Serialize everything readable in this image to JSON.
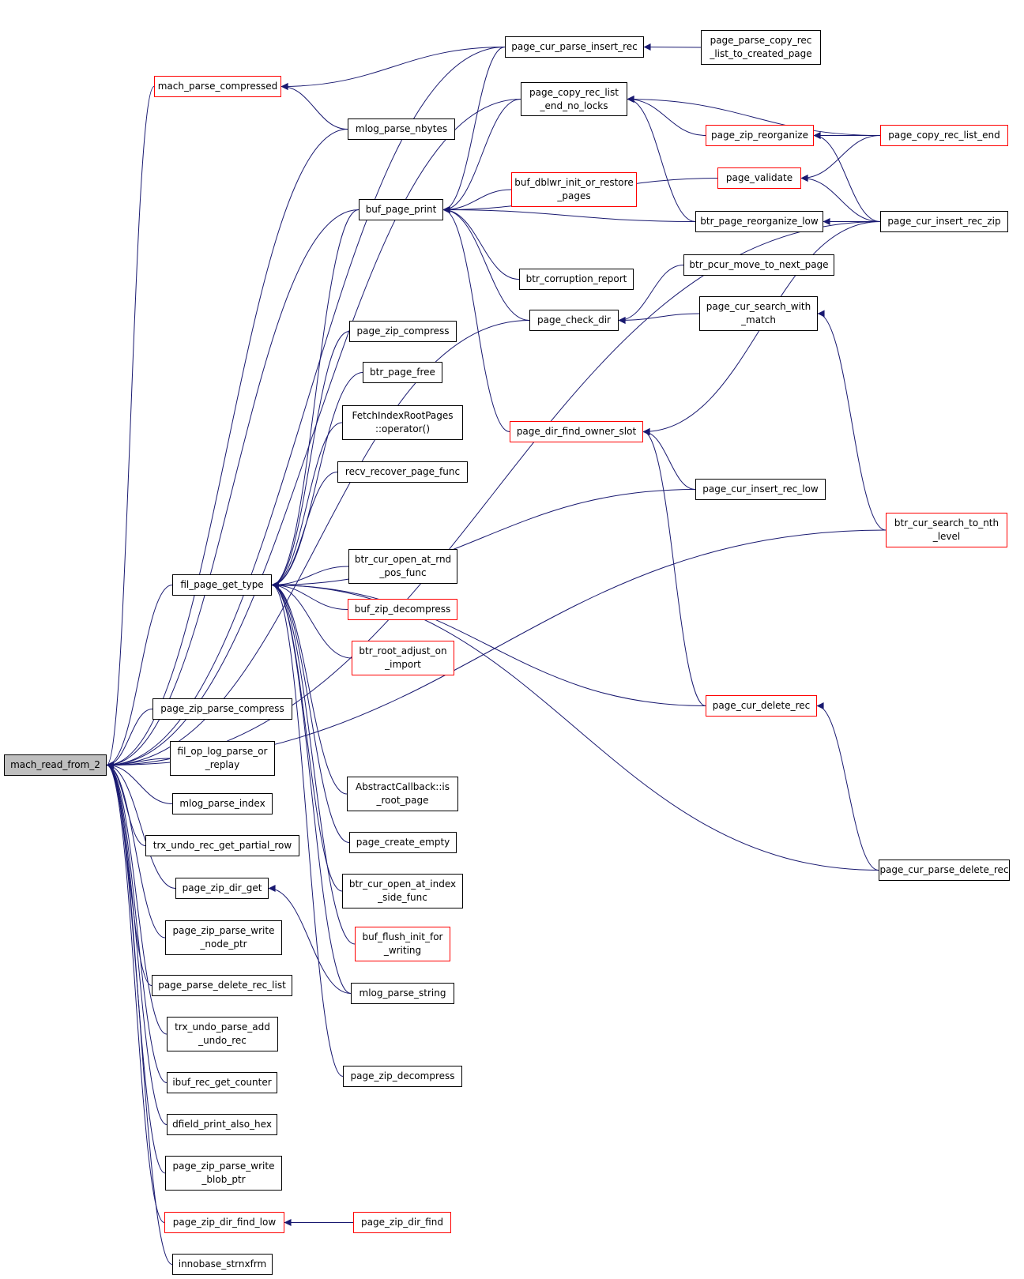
{
  "colors": {
    "edge": "#191970",
    "node_border": "#000000",
    "highlight_border": "#ff0000",
    "root_fill": "#bfbfbf"
  },
  "nodes": [
    {
      "id": "mach_read_from_2",
      "label": "mach_read_from_2",
      "root": true
    },
    {
      "id": "mach_parse_compressed",
      "label": "mach_parse_compressed",
      "red": true
    },
    {
      "id": "page_cur_parse_insert_rec",
      "label": "page_cur_parse_insert_rec"
    },
    {
      "id": "page_parse_copy_rec",
      "label": "page_parse_copy_rec\n_list_to_created_page"
    },
    {
      "id": "page_copy_rec_list_end_no_locks",
      "label": "page_copy_rec_list\n_end_no_locks"
    },
    {
      "id": "mlog_parse_nbytes",
      "label": "mlog_parse_nbytes"
    },
    {
      "id": "page_zip_reorganize",
      "label": "page_zip_reorganize",
      "red": true
    },
    {
      "id": "page_copy_rec_list_end",
      "label": "page_copy_rec_list_end",
      "red": true
    },
    {
      "id": "buf_dblwr_init",
      "label": "buf_dblwr_init_or_restore\n_pages",
      "red": true
    },
    {
      "id": "page_validate",
      "label": "page_validate",
      "red": true
    },
    {
      "id": "buf_page_print",
      "label": "buf_page_print"
    },
    {
      "id": "btr_page_reorganize_low",
      "label": "btr_page_reorganize_low"
    },
    {
      "id": "page_cur_insert_rec_zip",
      "label": "page_cur_insert_rec_zip"
    },
    {
      "id": "btr_pcur_move_to_next_page",
      "label": "btr_pcur_move_to_next_page"
    },
    {
      "id": "btr_corruption_report",
      "label": "btr_corruption_report"
    },
    {
      "id": "page_cur_search_with_match",
      "label": "page_cur_search_with\n_match"
    },
    {
      "id": "page_check_dir",
      "label": "page_check_dir"
    },
    {
      "id": "page_zip_compress",
      "label": "page_zip_compress"
    },
    {
      "id": "btr_page_free",
      "label": "btr_page_free"
    },
    {
      "id": "fetch_index_root_pages",
      "label": "FetchIndexRootPages\n::operator()"
    },
    {
      "id": "page_dir_find_owner_slot",
      "label": "page_dir_find_owner_slot",
      "red": true
    },
    {
      "id": "recv_recover_page_func",
      "label": "recv_recover_page_func"
    },
    {
      "id": "page_cur_insert_rec_low",
      "label": "page_cur_insert_rec_low"
    },
    {
      "id": "btr_cur_search_to_nth_level",
      "label": "btr_cur_search_to_nth\n_level",
      "red": true
    },
    {
      "id": "btr_cur_open_at_rnd_pos_func",
      "label": "btr_cur_open_at_rnd\n_pos_func"
    },
    {
      "id": "fil_page_get_type",
      "label": "fil_page_get_type"
    },
    {
      "id": "buf_zip_decompress",
      "label": "buf_zip_decompress",
      "red": true
    },
    {
      "id": "btr_root_adjust_on_import",
      "label": "btr_root_adjust_on\n_import",
      "red": true
    },
    {
      "id": "page_cur_delete_rec",
      "label": "page_cur_delete_rec",
      "red": true
    },
    {
      "id": "page_zip_parse_compress",
      "label": "page_zip_parse_compress"
    },
    {
      "id": "fil_op_log_parse_or_replay",
      "label": "fil_op_log_parse_or\n_replay"
    },
    {
      "id": "abstract_callback_is_root_page",
      "label": "AbstractCallback::is\n_root_page"
    },
    {
      "id": "mlog_parse_index",
      "label": "mlog_parse_index"
    },
    {
      "id": "page_create_empty",
      "label": "page_create_empty"
    },
    {
      "id": "trx_undo_rec_get_partial_row",
      "label": "trx_undo_rec_get_partial_row"
    },
    {
      "id": "page_cur_parse_delete_rec",
      "label": "page_cur_parse_delete_rec"
    },
    {
      "id": "page_zip_dir_get",
      "label": "page_zip_dir_get"
    },
    {
      "id": "btr_cur_open_at_index_side_func",
      "label": "btr_cur_open_at_index\n_side_func"
    },
    {
      "id": "page_zip_parse_write_node_ptr",
      "label": "page_zip_parse_write\n_node_ptr"
    },
    {
      "id": "buf_flush_init_for_writing",
      "label": "buf_flush_init_for\n_writing",
      "red": true
    },
    {
      "id": "page_parse_delete_rec_list",
      "label": "page_parse_delete_rec_list"
    },
    {
      "id": "mlog_parse_string",
      "label": "mlog_parse_string"
    },
    {
      "id": "trx_undo_parse_add_undo_rec",
      "label": "trx_undo_parse_add\n_undo_rec"
    },
    {
      "id": "page_zip_decompress",
      "label": "page_zip_decompress"
    },
    {
      "id": "ibuf_rec_get_counter",
      "label": "ibuf_rec_get_counter"
    },
    {
      "id": "dfield_print_also_hex",
      "label": "dfield_print_also_hex"
    },
    {
      "id": "page_zip_parse_write_blob_ptr",
      "label": "page_zip_parse_write\n_blob_ptr"
    },
    {
      "id": "page_zip_dir_find_low",
      "label": "page_zip_dir_find_low",
      "red": true
    },
    {
      "id": "page_zip_dir_find",
      "label": "page_zip_dir_find",
      "red": true
    },
    {
      "id": "innobase_strnxfrm",
      "label": "innobase_strnxfrm"
    }
  ],
  "edges": [
    [
      "mach_parse_compressed",
      "mach_read_from_2"
    ],
    [
      "page_cur_parse_insert_rec",
      "mach_read_from_2"
    ],
    [
      "page_cur_parse_insert_rec",
      "mach_parse_compressed"
    ],
    [
      "page_parse_copy_rec",
      "page_cur_parse_insert_rec"
    ],
    [
      "mlog_parse_nbytes",
      "mach_read_from_2"
    ],
    [
      "mlog_parse_nbytes",
      "mach_parse_compressed"
    ],
    [
      "page_copy_rec_list_end_no_locks",
      "mach_read_from_2"
    ],
    [
      "page_copy_rec_list_end_no_locks",
      "buf_page_print"
    ],
    [
      "page_zip_reorganize",
      "page_copy_rec_list_end_no_locks"
    ],
    [
      "page_copy_rec_list_end",
      "page_copy_rec_list_end_no_locks"
    ],
    [
      "page_copy_rec_list_end",
      "page_zip_reorganize"
    ],
    [
      "page_copy_rec_list_end",
      "page_validate"
    ],
    [
      "buf_page_print",
      "mach_read_from_2"
    ],
    [
      "buf_page_print",
      "fil_page_get_type"
    ],
    [
      "page_cur_parse_insert_rec",
      "buf_page_print"
    ],
    [
      "page_validate",
      "buf_page_print"
    ],
    [
      "buf_dblwr_init",
      "buf_page_print"
    ],
    [
      "btr_page_reorganize_low",
      "buf_page_print"
    ],
    [
      "btr_page_reorganize_low",
      "page_copy_rec_list_end_no_locks"
    ],
    [
      "btr_corruption_report",
      "buf_page_print"
    ],
    [
      "page_check_dir",
      "buf_page_print"
    ],
    [
      "page_dir_find_owner_slot",
      "buf_page_print"
    ],
    [
      "page_cur_insert_rec_zip",
      "page_zip_reorganize"
    ],
    [
      "page_cur_insert_rec_zip",
      "page_validate"
    ],
    [
      "page_cur_insert_rec_zip",
      "btr_page_reorganize_low"
    ],
    [
      "page_cur_insert_rec_zip",
      "mach_read_from_2"
    ],
    [
      "page_cur_insert_rec_zip",
      "page_dir_find_owner_slot"
    ],
    [
      "page_check_dir",
      "mach_read_from_2"
    ],
    [
      "btr_pcur_move_to_next_page",
      "page_check_dir"
    ],
    [
      "page_cur_search_with_match",
      "page_check_dir"
    ],
    [
      "btr_cur_search_to_nth_level",
      "page_cur_search_with_match"
    ],
    [
      "btr_cur_search_to_nth_level",
      "mach_read_from_2"
    ],
    [
      "page_cur_insert_rec_low",
      "page_dir_find_owner_slot"
    ],
    [
      "page_cur_insert_rec_low",
      "fil_page_get_type"
    ],
    [
      "page_cur_delete_rec",
      "page_dir_find_owner_slot"
    ],
    [
      "page_cur_delete_rec",
      "fil_page_get_type"
    ],
    [
      "page_cur_parse_delete_rec",
      "page_cur_delete_rec"
    ],
    [
      "page_cur_parse_delete_rec",
      "fil_page_get_type"
    ],
    [
      "page_zip_compress",
      "fil_page_get_type"
    ],
    [
      "btr_page_free",
      "fil_page_get_type"
    ],
    [
      "fetch_index_root_pages",
      "fil_page_get_type"
    ],
    [
      "recv_recover_page_func",
      "fil_page_get_type"
    ],
    [
      "btr_cur_open_at_rnd_pos_func",
      "fil_page_get_type"
    ],
    [
      "buf_zip_decompress",
      "fil_page_get_type"
    ],
    [
      "btr_root_adjust_on_import",
      "fil_page_get_type"
    ],
    [
      "abstract_callback_is_root_page",
      "fil_page_get_type"
    ],
    [
      "page_create_empty",
      "fil_page_get_type"
    ],
    [
      "btr_cur_open_at_index_side_func",
      "fil_page_get_type"
    ],
    [
      "buf_flush_init_for_writing",
      "fil_page_get_type"
    ],
    [
      "page_zip_decompress",
      "fil_page_get_type"
    ],
    [
      "mlog_parse_string",
      "fil_page_get_type"
    ],
    [
      "mlog_parse_string",
      "page_zip_dir_get"
    ],
    [
      "fil_page_get_type",
      "mach_read_from_2"
    ],
    [
      "page_zip_parse_compress",
      "mach_read_from_2"
    ],
    [
      "fil_op_log_parse_or_replay",
      "mach_read_from_2"
    ],
    [
      "mlog_parse_index",
      "mach_read_from_2"
    ],
    [
      "trx_undo_rec_get_partial_row",
      "mach_read_from_2"
    ],
    [
      "page_zip_dir_get",
      "mach_read_from_2"
    ],
    [
      "page_zip_parse_write_node_ptr",
      "mach_read_from_2"
    ],
    [
      "page_parse_delete_rec_list",
      "mach_read_from_2"
    ],
    [
      "trx_undo_parse_add_undo_rec",
      "mach_read_from_2"
    ],
    [
      "ibuf_rec_get_counter",
      "mach_read_from_2"
    ],
    [
      "dfield_print_also_hex",
      "mach_read_from_2"
    ],
    [
      "page_zip_parse_write_blob_ptr",
      "mach_read_from_2"
    ],
    [
      "page_zip_dir_find_low",
      "mach_read_from_2"
    ],
    [
      "page_zip_dir_find",
      "page_zip_dir_find_low"
    ],
    [
      "innobase_strnxfrm",
      "mach_read_from_2"
    ]
  ]
}
